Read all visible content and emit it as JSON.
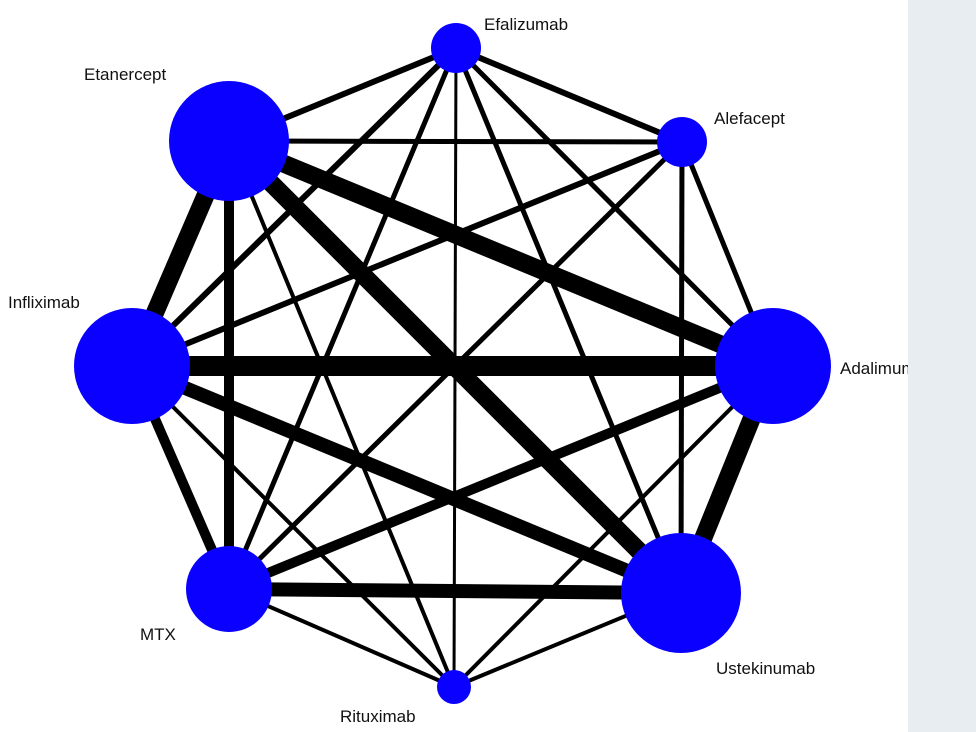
{
  "node_color": "#0a00ff",
  "edge_color": "#000000",
  "background_color": "#ffffff",
  "sidebar_color": "#e8edf1",
  "nodes": [
    {
      "id": "efalizumab",
      "label": "Efalizumab"
    },
    {
      "id": "alefacept",
      "label": "Alefacept"
    },
    {
      "id": "adalimumab",
      "label": "Adalimumab"
    },
    {
      "id": "ustekinumab",
      "label": "Ustekinumab"
    },
    {
      "id": "rituximab",
      "label": "Rituximab"
    },
    {
      "id": "mtx",
      "label": "MTX"
    },
    {
      "id": "infliximab",
      "label": "Infliximab"
    },
    {
      "id": "etanercept",
      "label": "Etanercept"
    }
  ],
  "edges": [
    {
      "from": "etanercept",
      "to": "efalizumab"
    },
    {
      "from": "etanercept",
      "to": "alefacept"
    },
    {
      "from": "etanercept",
      "to": "adalimumab"
    },
    {
      "from": "etanercept",
      "to": "ustekinumab"
    },
    {
      "from": "etanercept",
      "to": "rituximab"
    },
    {
      "from": "etanercept",
      "to": "mtx"
    },
    {
      "from": "etanercept",
      "to": "infliximab"
    },
    {
      "from": "efalizumab",
      "to": "alefacept"
    },
    {
      "from": "efalizumab",
      "to": "adalimumab"
    },
    {
      "from": "efalizumab",
      "to": "ustekinumab"
    },
    {
      "from": "efalizumab",
      "to": "rituximab"
    },
    {
      "from": "efalizumab",
      "to": "mtx"
    },
    {
      "from": "efalizumab",
      "to": "infliximab"
    },
    {
      "from": "alefacept",
      "to": "adalimumab"
    },
    {
      "from": "alefacept",
      "to": "ustekinumab"
    },
    {
      "from": "alefacept",
      "to": "mtx"
    },
    {
      "from": "alefacept",
      "to": "infliximab"
    },
    {
      "from": "infliximab",
      "to": "adalimumab"
    },
    {
      "from": "infliximab",
      "to": "ustekinumab"
    },
    {
      "from": "infliximab",
      "to": "mtx"
    },
    {
      "from": "infliximab",
      "to": "rituximab"
    },
    {
      "from": "adalimumab",
      "to": "ustekinumab"
    },
    {
      "from": "adalimumab",
      "to": "mtx"
    },
    {
      "from": "adalimumab",
      "to": "rituximab"
    },
    {
      "from": "ustekinumab",
      "to": "mtx"
    },
    {
      "from": "ustekinumab",
      "to": "rituximab"
    },
    {
      "from": "mtx",
      "to": "rituximab"
    }
  ]
}
